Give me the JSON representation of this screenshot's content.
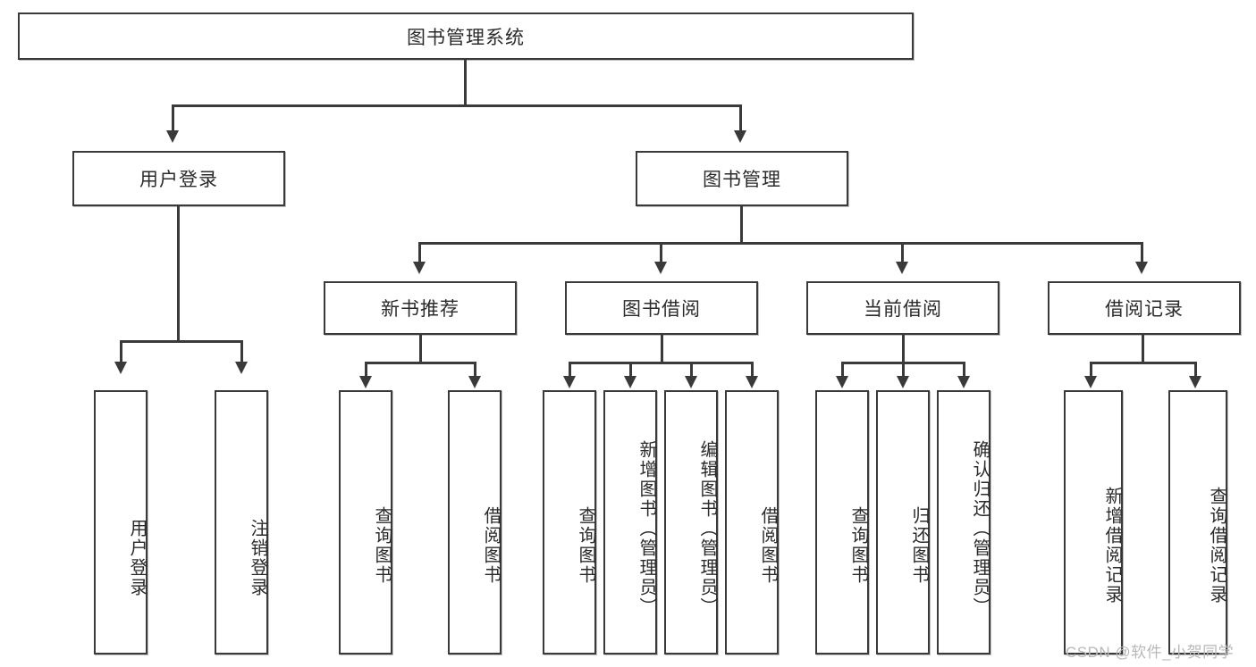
{
  "diagram": {
    "title": "图书管理系统",
    "type": "hierarchy-tree",
    "root": {
      "label": "图书管理系统"
    },
    "level2": [
      {
        "id": "user-login",
        "label": "用户登录"
      },
      {
        "id": "book-manage",
        "label": "图书管理"
      }
    ],
    "level3": [
      {
        "id": "new-book-recommend",
        "label": "新书推荐"
      },
      {
        "id": "book-borrow",
        "label": "图书借阅"
      },
      {
        "id": "current-borrow",
        "label": "当前借阅"
      },
      {
        "id": "borrow-record",
        "label": "借阅记录"
      }
    ],
    "leaves": {
      "user_login": [
        {
          "id": "leaf-user-login",
          "label": "用户登录"
        },
        {
          "id": "leaf-logout-login",
          "label": "注销登录"
        }
      ],
      "new_book_recommend": [
        {
          "id": "leaf-query-book-1",
          "label": "查询图书"
        },
        {
          "id": "leaf-borrow-book-1",
          "label": "借阅图书"
        }
      ],
      "book_borrow": [
        {
          "id": "leaf-query-book-2",
          "label": "查询图书"
        },
        {
          "id": "leaf-add-book",
          "label": "新增图书（管理员）"
        },
        {
          "id": "leaf-edit-book",
          "label": "编辑图书（管理员）"
        },
        {
          "id": "leaf-borrow-book-2",
          "label": "借阅图书"
        }
      ],
      "current_borrow": [
        {
          "id": "leaf-query-book-3",
          "label": "查询图书"
        },
        {
          "id": "leaf-return-book",
          "label": "归还图书"
        },
        {
          "id": "leaf-confirm-return",
          "label": "确认归还（管理员）"
        }
      ],
      "borrow_record": [
        {
          "id": "leaf-add-record",
          "label": "新增借阅记录"
        },
        {
          "id": "leaf-query-record",
          "label": "查询借阅记录"
        }
      ]
    }
  },
  "watermark": {
    "text": "CSDN @软件_小贺同学"
  },
  "colors": {
    "stroke": "#3a3a3a",
    "fill": "#ffffff",
    "text": "#2b2b2b",
    "watermark": "#b8b8b8"
  }
}
